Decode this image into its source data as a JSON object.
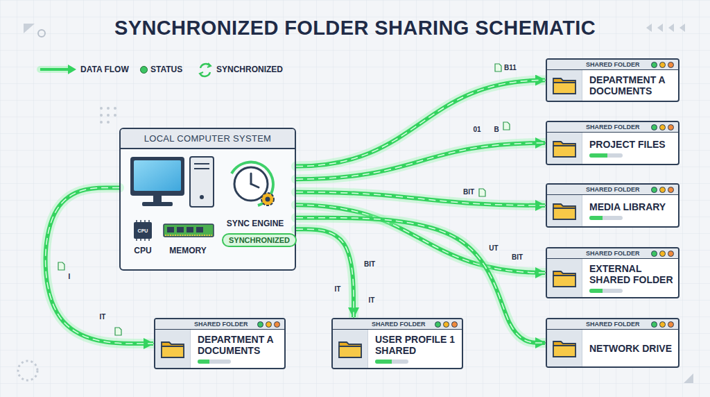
{
  "diagram": {
    "title": "SYNCHRONIZED FOLDER SHARING SCHEMATIC",
    "nodes": [
      {
        "text": [
          "LOCAL COMPUTER SYSTEM"
        ]
      },
      {
        "text": [
          "SYNCHRONIZED"
        ],
        "in": 0
      },
      {
        "text": [
          "SHARED FOLDER",
          "DEPARTMENT A DOCUMENTS"
        ]
      },
      {
        "text": [
          "SHARED FOLDER",
          "PROJECT FILES"
        ]
      },
      {
        "text": [
          "SHARED FOLDER",
          "MEDIA LIBRARY"
        ]
      },
      {
        "text": [
          "SHARED FOLDER",
          "EXTERNAL SHARED FOLDER"
        ]
      },
      {
        "text": [
          "SHARED FOLDER",
          "NETWORK DRIVE"
        ]
      },
      {
        "text": [
          "SHARED FOLDER",
          "DEPARTMENT A DOCUMENTS"
        ]
      },
      {
        "text": [
          "SHARED FOLDER",
          "USER PROFILE 1 SHARED"
        ]
      }
    ],
    "edges": [
      {
        "from": 0,
        "to": 2,
        "arrow": "to"
      },
      {
        "from": 0,
        "to": 3,
        "arrow": "to"
      },
      {
        "from": 0,
        "to": 4,
        "arrow": "to"
      },
      {
        "from": 0,
        "to": 5,
        "arrow": "to"
      },
      {
        "from": 0,
        "to": 6,
        "arrow": "to"
      },
      {
        "from": 0,
        "to": 7,
        "arrow": "to"
      },
      {
        "from": 0,
        "to": 8,
        "arrow": "to"
      }
    ],
    "labels": [
      "CPU",
      "CPU",
      "MEMORY",
      "SYNC ENGINE",
      "B11",
      "01",
      "B",
      "BIT",
      "UT",
      "BIT",
      "BIT",
      "IT",
      "IT",
      "I",
      "IT"
    ],
    "legend": [
      {
        "text": "DATA FLOW"
      },
      {
        "text": "STATUS",
        "color": "#3cc463"
      },
      {
        "text": "SYNCHRONIZED"
      }
    ]
  }
}
